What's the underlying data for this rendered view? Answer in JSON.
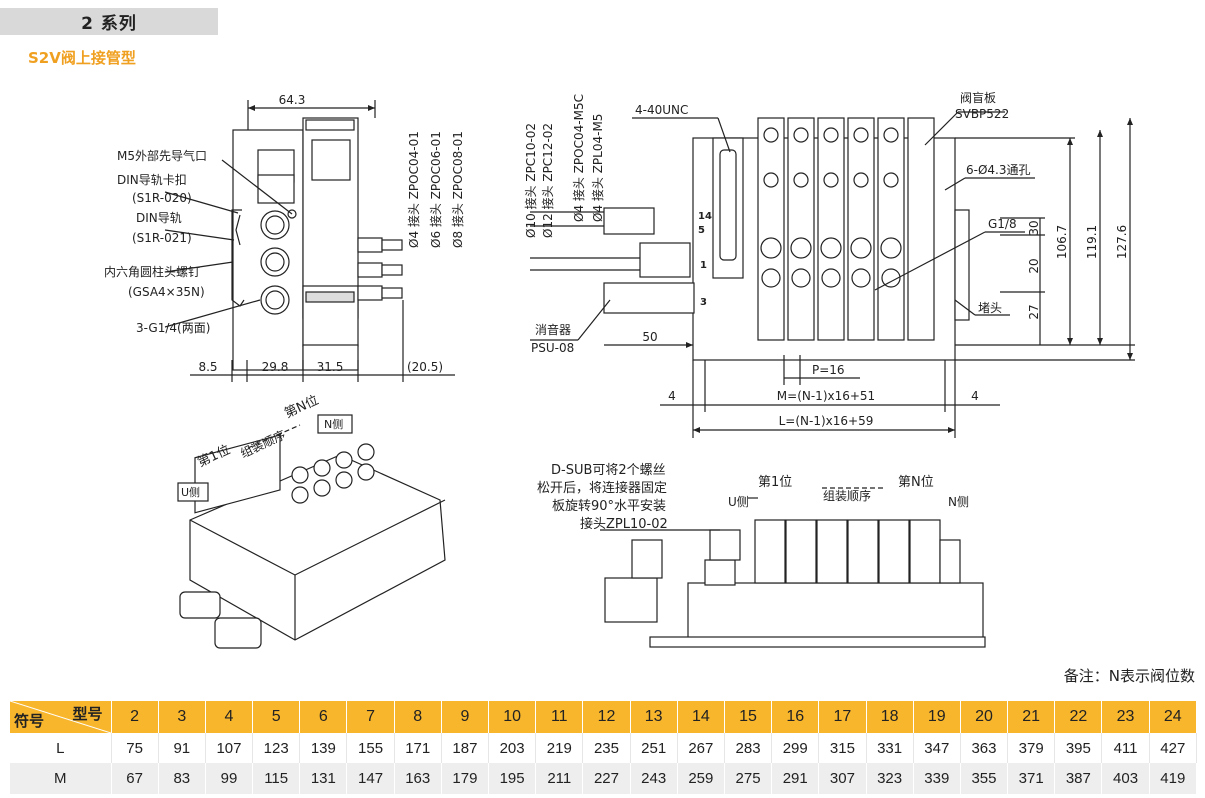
{
  "header": {
    "series_title": "2 系列",
    "subtitle": "S2V阀上接管型"
  },
  "front_view": {
    "dims": {
      "top_width": "64.3",
      "d1": "8.5",
      "d2": "29.8",
      "d3": "31.5",
      "d4": "(20.5)"
    },
    "labels": {
      "pilot_port": "M5外部先导气口",
      "din_clip": "DIN导轨卡扣",
      "din_clip_code": "(S1R-020)",
      "din_rail": "DIN导轨",
      "din_rail_code": "(S1R-021)",
      "screw": "内六角圆柱头螺钉",
      "screw_code": "(GSA4×35N)",
      "port_both": "3-G1/4(两面)"
    },
    "fittings": [
      "Ø4 接头 ZPOC04-01",
      "Ø6 接头 ZPOC06-01",
      "Ø8 接头 ZPOC08-01"
    ]
  },
  "top_view": {
    "fittings_left": [
      "Ø10 接头 ZPC10-02",
      "Ø12 接头 ZPC12-02"
    ],
    "fittings_right": [
      "Ø4 接头 ZPOC04-M5C",
      "Ø4 接头 ZPL04-M5"
    ],
    "labels": {
      "unc": "4-40UNC",
      "blank_plate": "阀盲板",
      "blank_code": "SVBP522",
      "holes": "6-Ø4.3通孔",
      "g18": "G1/8",
      "plug": "堵头",
      "silencer": "消音器",
      "silencer_code": "PSU-08",
      "port14": "14",
      "port5": "5",
      "port1": "1",
      "port3": "3"
    },
    "dims": {
      "d30": "30",
      "d20": "20",
      "d27": "27",
      "d1067": "106.7",
      "d1191": "119.1",
      "d1276": "127.6",
      "d50": "50",
      "pitch": "P=16",
      "m_formula": "M=(N-1)x16+51",
      "l_formula": "L=(N-1)x16+59",
      "left4": "4",
      "right4": "4"
    }
  },
  "iso_view": {
    "nth": "第N位",
    "first": "第1位",
    "order": "组装顺序",
    "n_side": "N侧",
    "u_side": "U侧"
  },
  "side_view": {
    "note_lines": [
      "D-SUB可将2个螺丝",
      "松开后，将连接器固定",
      "板旋转90°水平安装"
    ],
    "fitting": "接头ZPL10-02",
    "u_side": "U侧",
    "first": "第1位",
    "order": "组装顺序",
    "nth": "第N位",
    "n_side": "N侧"
  },
  "note": "备注：N表示阀位数",
  "table": {
    "corner_top": "型号",
    "corner_bottom": "符号",
    "columns": [
      "2",
      "3",
      "4",
      "5",
      "6",
      "7",
      "8",
      "9",
      "10",
      "11",
      "12",
      "13",
      "14",
      "15",
      "16",
      "17",
      "18",
      "19",
      "20",
      "21",
      "22",
      "23",
      "24"
    ],
    "rows": [
      {
        "label": "L",
        "values": [
          "75",
          "91",
          "107",
          "123",
          "139",
          "155",
          "171",
          "187",
          "203",
          "219",
          "235",
          "251",
          "267",
          "283",
          "299",
          "315",
          "331",
          "347",
          "363",
          "379",
          "395",
          "411",
          "427"
        ]
      },
      {
        "label": "M",
        "values": [
          "67",
          "83",
          "99",
          "115",
          "131",
          "147",
          "163",
          "179",
          "195",
          "211",
          "227",
          "243",
          "259",
          "275",
          "291",
          "307",
          "323",
          "339",
          "355",
          "371",
          "387",
          "403",
          "419"
        ]
      }
    ]
  }
}
